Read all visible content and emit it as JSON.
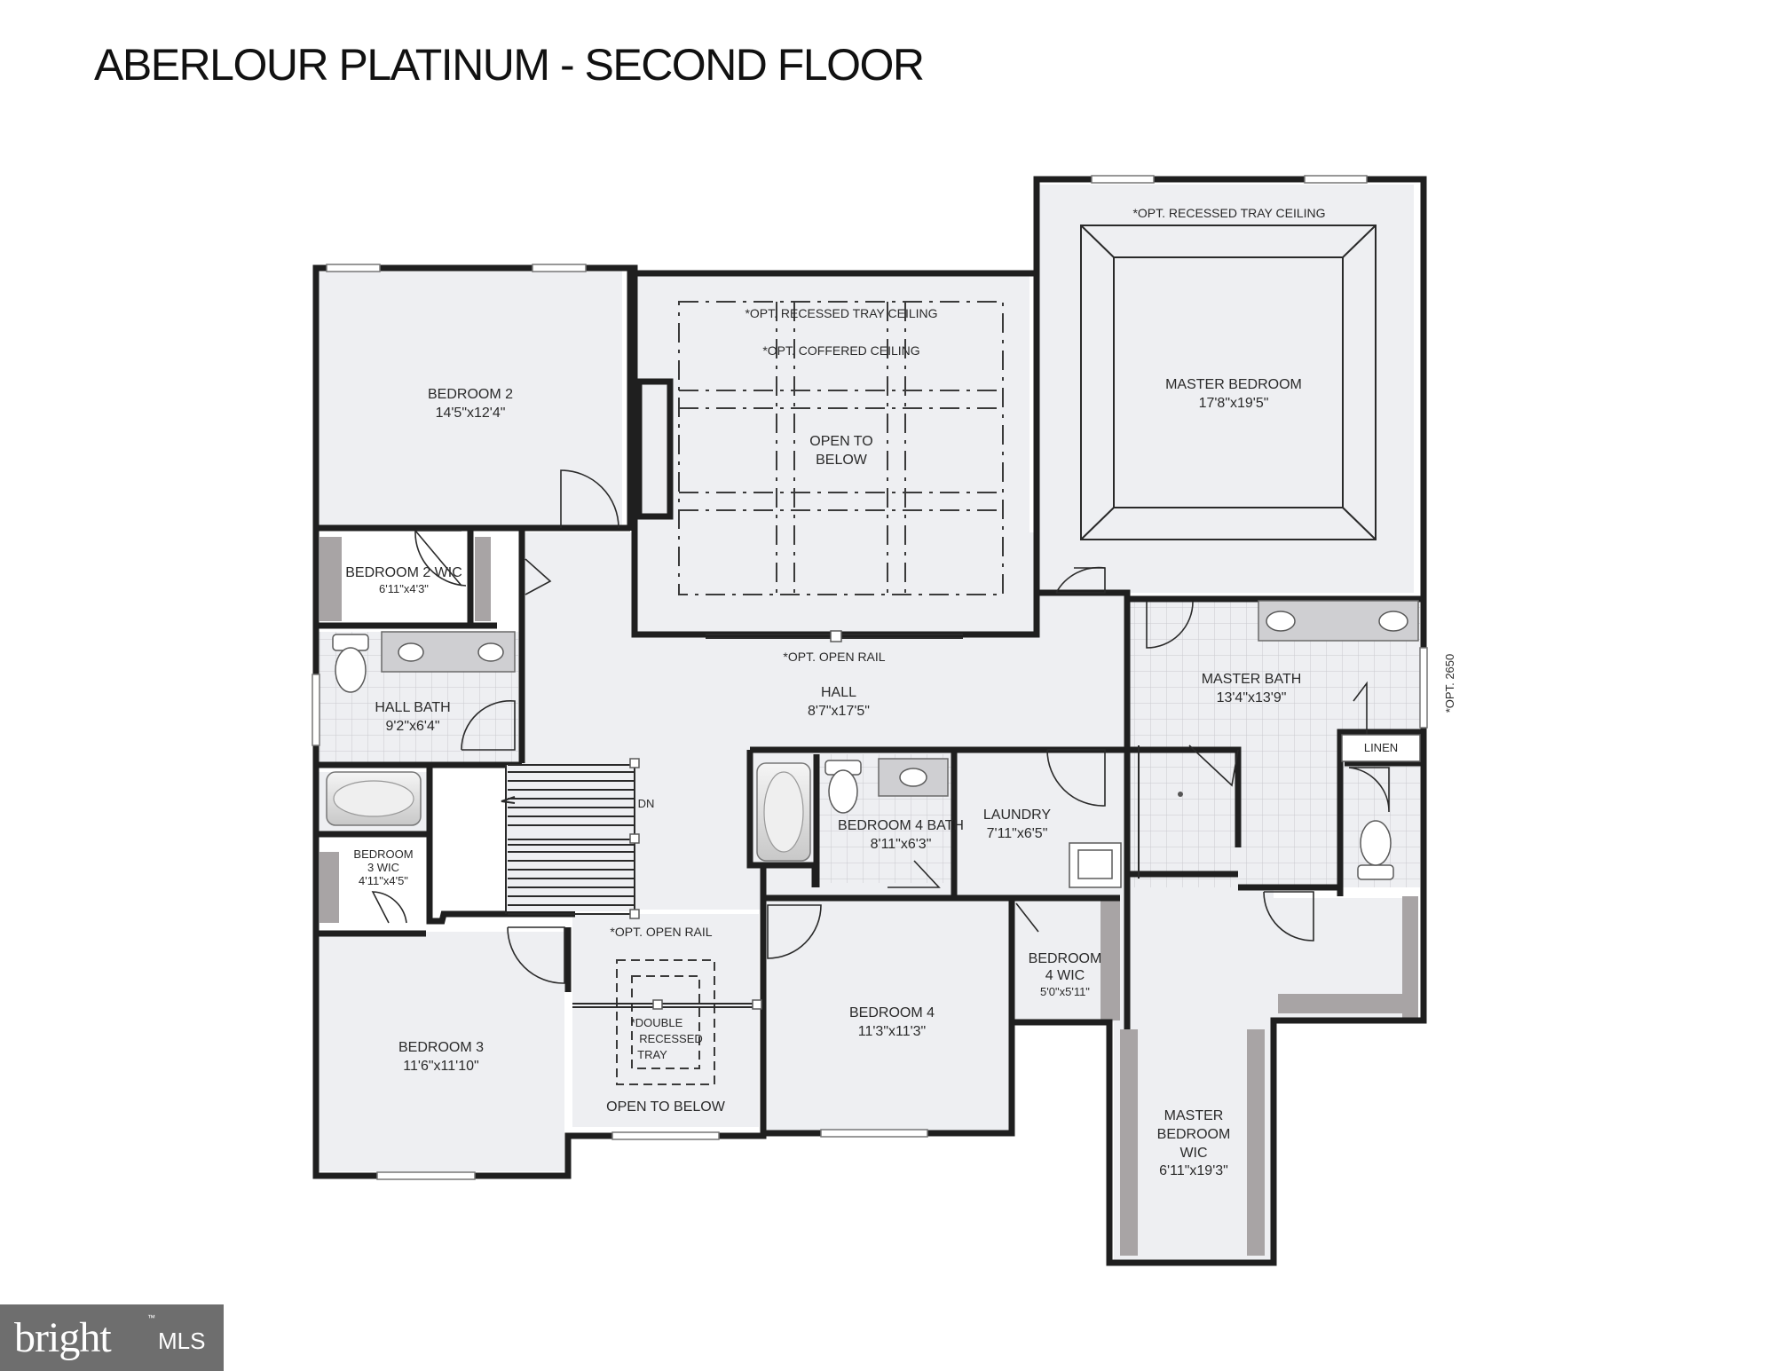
{
  "title": "ABERLOUR PLATINUM - SECOND FLOOR",
  "rooms": {
    "bedroom2": {
      "name": "BEDROOM 2",
      "size": "14'5\"x12'4\""
    },
    "bedroom2_wic": {
      "name": "BEDROOM 2 WIC",
      "size": "6'11\"x4'3\""
    },
    "hall_bath": {
      "name": "HALL BATH",
      "size": "9'2\"x6'4\""
    },
    "bedroom3_wic": {
      "line1": "BEDROOM",
      "line2": "3 WIC",
      "size": "4'11\"x4'5\""
    },
    "bedroom3": {
      "name": "BEDROOM 3",
      "size": "11'6\"x11'10\""
    },
    "hall": {
      "name": "HALL",
      "size": "8'7\"x17'5\""
    },
    "open_to_below_top": {
      "line1": "OPEN TO",
      "line2": "BELOW"
    },
    "master_bedroom": {
      "name": "MASTER BEDROOM",
      "size": "17'8\"x19'5\""
    },
    "master_bath": {
      "name": "MASTER BATH",
      "size": "13'4\"x13'9\""
    },
    "linen": {
      "name": "LINEN"
    },
    "bedroom4_bath": {
      "name": "BEDROOM 4 BATH",
      "size": "8'11\"x6'3\""
    },
    "laundry": {
      "name": "LAUNDRY",
      "size": "7'11\"x6'5\""
    },
    "bedroom4": {
      "name": "BEDROOM 4",
      "size": "11'3\"x11'3\""
    },
    "bedroom4_wic": {
      "line1": "BEDROOM",
      "line2": "4 WIC",
      "size": "5'0\"x5'11\""
    },
    "master_wic": {
      "line1": "MASTER",
      "line2": "BEDROOM",
      "line3": "WIC",
      "size": "6'11\"x19'3\""
    },
    "open_to_below_bottom": {
      "name": "OPEN TO BELOW"
    }
  },
  "notes": {
    "tray_ceiling_center": "*OPT. RECESSED TRAY CEILING",
    "coffered_ceiling": "*OPT. COFFERED CEILING",
    "tray_ceiling_master": "*OPT. RECESSED TRAY CEILING",
    "open_rail_top": "*OPT. OPEN RAIL",
    "open_rail_bottom": "*OPT. OPEN RAIL",
    "double_tray_line1": "*DOUBLE",
    "double_tray_line2": "RECESSED",
    "double_tray_line3": "TRAY",
    "stair_dn": "DN",
    "opt_2650": "*OPT. 2650"
  },
  "logo": {
    "word": "bright",
    "suffix": "MLS",
    "tm": "™"
  }
}
